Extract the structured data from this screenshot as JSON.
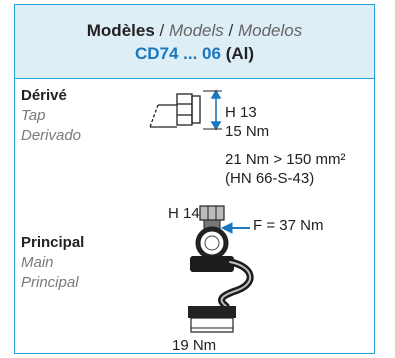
{
  "header": {
    "fr_title": "Modèles",
    "en_title": "Models",
    "es_title": "Modelos",
    "separator": " / ",
    "model_code": "CD74 ... 06",
    "material": "(Al)"
  },
  "tap_section": {
    "label_fr": "Dérivé",
    "label_en": "Tap",
    "label_es": "Derivado",
    "hex": "H 13",
    "torque": "15 Nm",
    "torque_large": "21 Nm > 150 mm²",
    "standard": "(HN 66-S-43)"
  },
  "main_section": {
    "label_fr": "Principal",
    "label_en": "Main",
    "label_es": "Principal",
    "hex": "H 14",
    "force": "F = 37 Nm",
    "bottom_torque": "19 Nm"
  },
  "colors": {
    "frame": "#27a3d6",
    "header_bg": "#ddeef7",
    "model_code": "#1a78bf",
    "arrow": "#1a78bf"
  }
}
